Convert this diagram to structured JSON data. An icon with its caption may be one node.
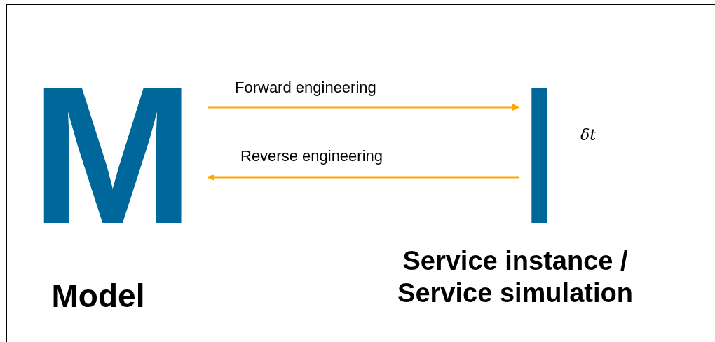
{
  "diagram": {
    "nodes": [
      {
        "text": [
          "M"
        ],
        "beside": [
          "Model"
        ]
      },
      {
        "text": [
          "I"
        ],
        "beside": [
          "Service instance / Service simulation"
        ]
      }
    ],
    "edges": [
      {
        "from": 0,
        "to": 1,
        "arrow": "to",
        "label": "Forward engineering"
      },
      {
        "from": 1,
        "to": 0,
        "arrow": "to",
        "label": "Reverse engineering"
      }
    ],
    "labels": [
      "δt"
    ]
  }
}
